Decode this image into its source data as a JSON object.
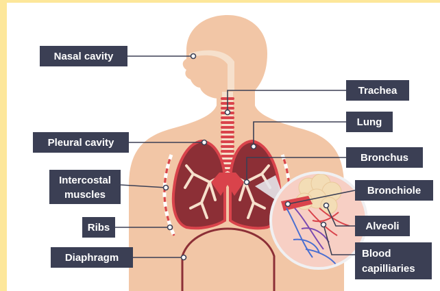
{
  "labels": {
    "nasal_cavity": "Nasal cavity",
    "trachea": "Trachea",
    "lung": "Lung",
    "pleural_cavity": "Pleural cavity",
    "bronchus": "Bronchus",
    "intercostal_muscles_1": "Intercostal",
    "intercostal_muscles_2": "muscles",
    "bronchiole": "Bronchiole",
    "ribs": "Ribs",
    "alveoli": "Alveoli",
    "diaphragm": "Diaphragm",
    "blood_capillaries_1": "Blood",
    "blood_capillaries_2": "capilliaries"
  },
  "colors": {
    "skin": "#f2c6a6",
    "skin_dark": "#e8b391",
    "airway": "#f6e0cc",
    "lung_fill": "#8c2f36",
    "lung_edge": "#d9434b",
    "trachea_red": "#d9434b",
    "label_box": "#3b3f54",
    "page_border": "#fde79a"
  }
}
